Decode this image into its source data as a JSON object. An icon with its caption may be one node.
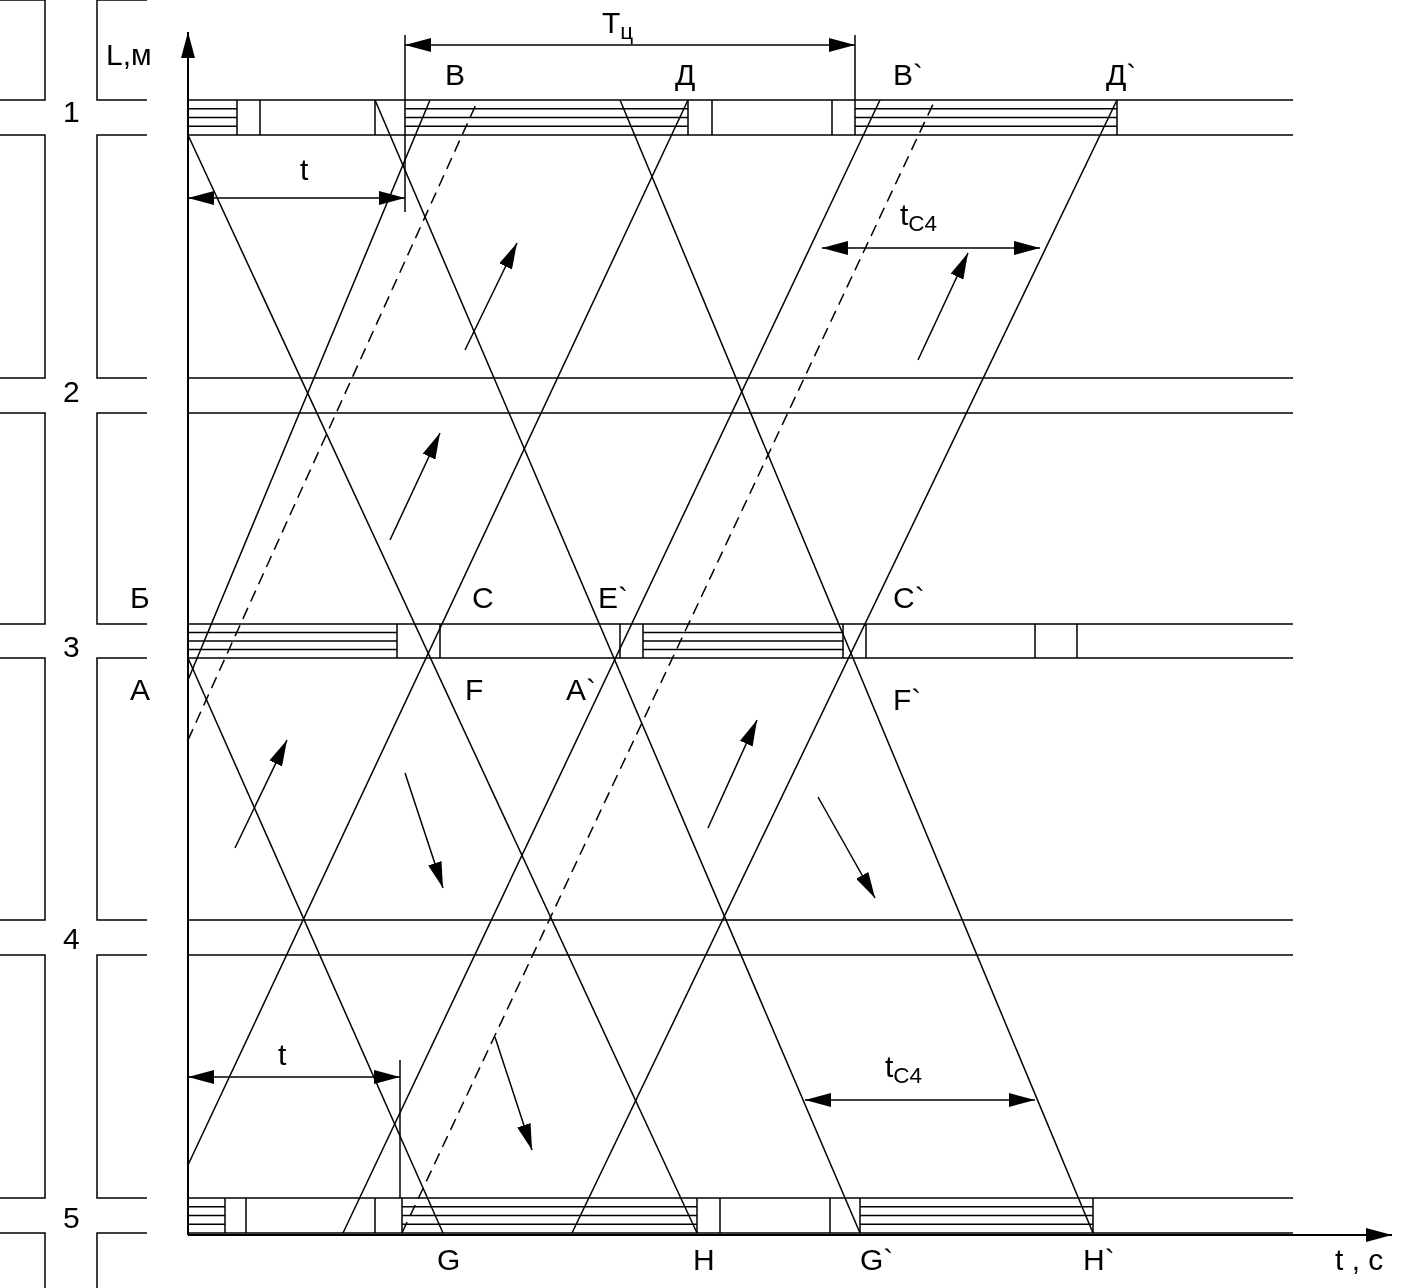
{
  "diagram": {
    "labels": [
      "L,м",
      "T$_{ц}$",
      "В",
      "Д",
      "В`",
      "Д`",
      "1",
      "t",
      "t$_{C4}$",
      "2",
      "Б",
      "C",
      "E`",
      "C`",
      "3",
      "A",
      "F",
      "A`",
      "F`",
      "4",
      "t",
      "t$_{C4}$",
      "5",
      "G",
      "H",
      "G`",
      "H`",
      "t , c"
    ]
  }
}
